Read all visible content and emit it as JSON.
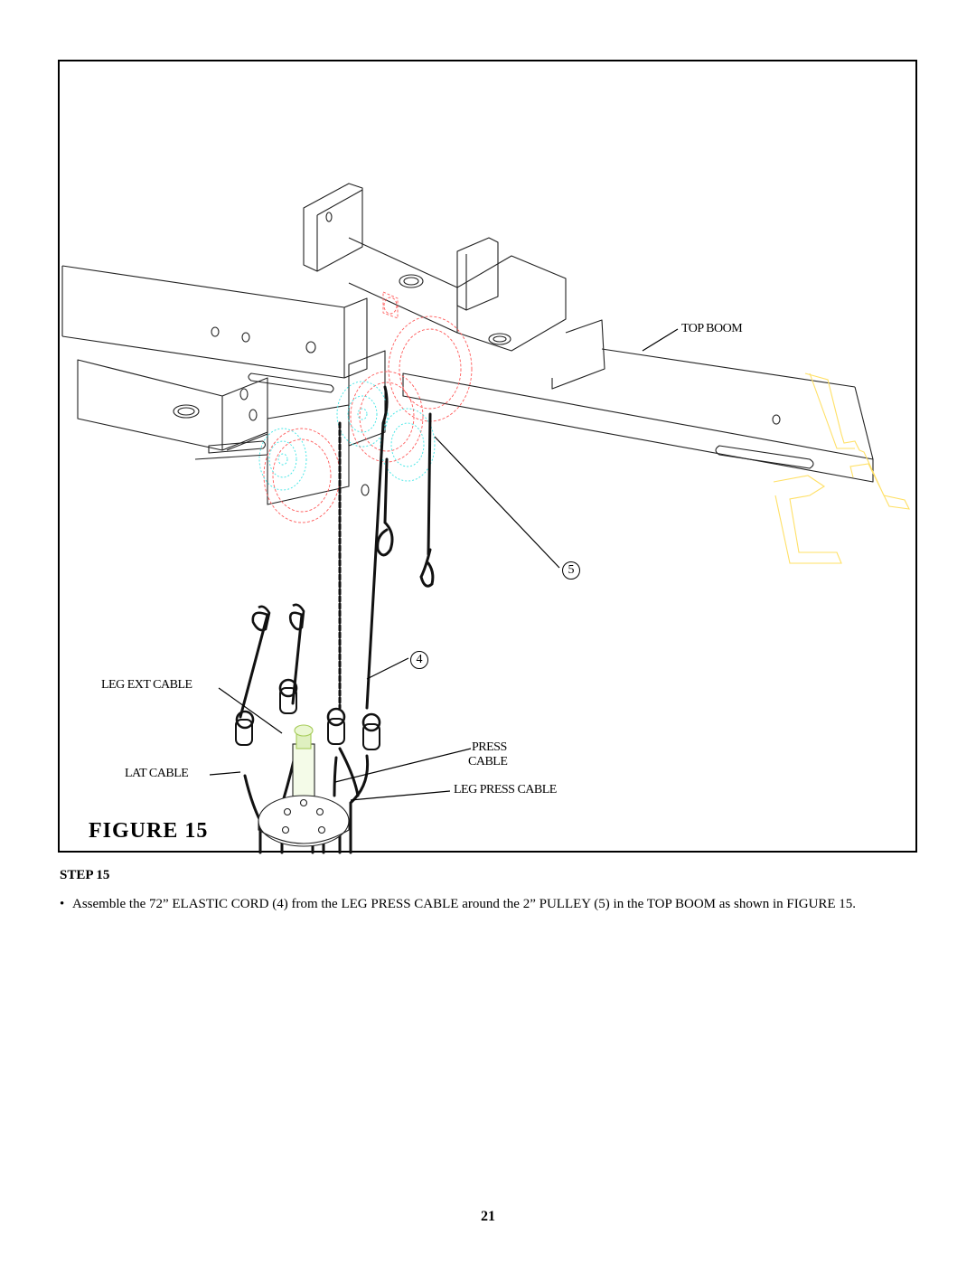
{
  "figure": {
    "title": "FIGURE 15",
    "labels": {
      "top_boom": "TOP BOOM",
      "leg_ext_cable": "LEG EXT CABLE",
      "lat_cable": "LAT CABLE",
      "press_cable": "PRESS CABLE",
      "press_line1": "PRESS",
      "press_line2": "CABLE",
      "leg_press_cable": "LEG PRESS CABLE"
    },
    "part_numbers": {
      "pulley": "5",
      "elastic_cord": "4"
    }
  },
  "step": {
    "heading": "STEP 15",
    "bullet": "•",
    "instruction": "Assemble the 72” ELASTIC CORD (4) from the LEG PRESS CABLE around the 2” PULLEY (5) in the TOP BOOM as shown in FIGURE 15."
  },
  "page_number": "21",
  "colors": {
    "frame": "#000000",
    "pulley_front": "#ff5a5a",
    "pulley_back": "#3ee6e6",
    "pin": "#ffe066",
    "bolt": "#aee07a"
  }
}
